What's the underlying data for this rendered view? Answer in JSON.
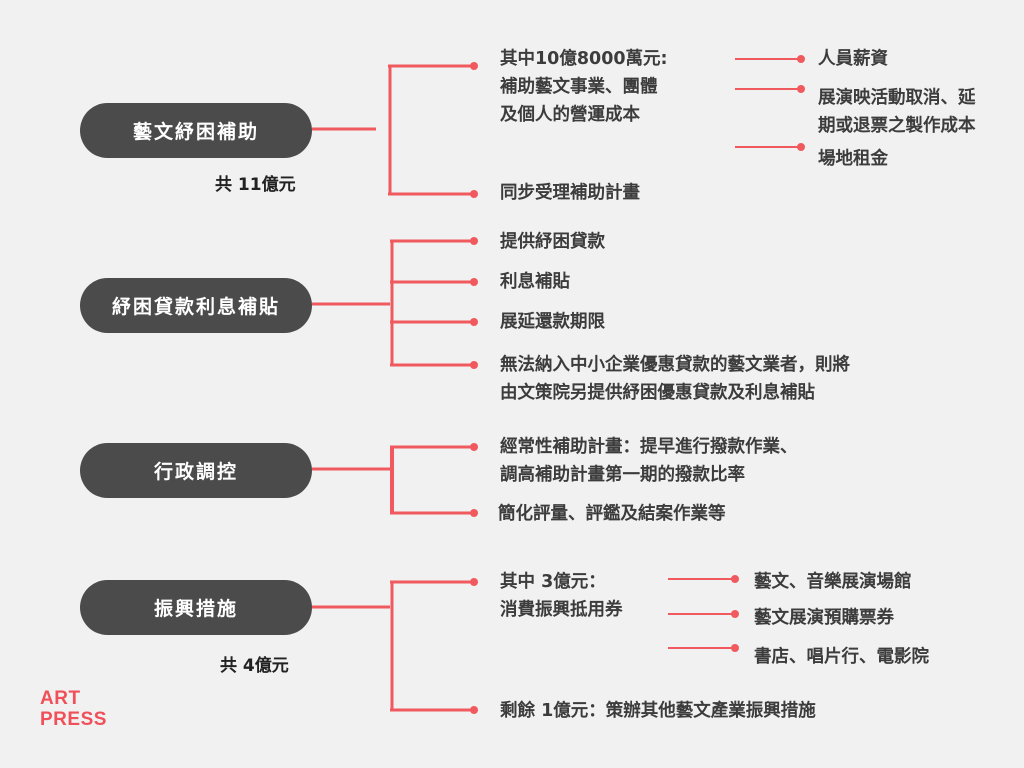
{
  "colors": {
    "accent": "#f05a5f",
    "pill": "#4b4b4b",
    "background": "#f1f1f1"
  },
  "logo": {
    "line1": "ART",
    "line2": "PRESS"
  },
  "sections": [
    {
      "title": "藝文紓困補助",
      "total": "共 11億元",
      "items": [
        {
          "lines": [
            "其中10億8000萬元:",
            "補助藝文事業、團體",
            "及個人的營運成本"
          ],
          "subitems": [
            {
              "lines": [
                "人員薪資"
              ]
            },
            {
              "lines": [
                "展演映活動取消、延",
                "期或退票之製作成本"
              ]
            },
            {
              "lines": [
                "場地租金"
              ]
            }
          ]
        },
        {
          "lines": [
            "同步受理補助計畫"
          ]
        }
      ]
    },
    {
      "title": "紓困貸款利息補貼",
      "items": [
        {
          "lines": [
            "提供紓困貸款"
          ]
        },
        {
          "lines": [
            "利息補貼"
          ]
        },
        {
          "lines": [
            "展延還款期限"
          ]
        },
        {
          "lines": [
            "無法納入中小企業優惠貸款的藝文業者，則將",
            "由文策院另提供紓困優惠貸款及利息補貼"
          ]
        }
      ]
    },
    {
      "title": "行政調控",
      "items": [
        {
          "lines": [
            "經常性補助計畫：提早進行撥款作業、",
            "調高補助計畫第一期的撥款比率"
          ]
        },
        {
          "lines": [
            "簡化評量、評鑑及結案作業等"
          ]
        }
      ]
    },
    {
      "title": "振興措施",
      "total": "共 4億元",
      "items": [
        {
          "lines": [
            "其中 3億元：",
            "消費振興抵用券"
          ],
          "subitems": [
            {
              "lines": [
                "藝文、音樂展演場館"
              ]
            },
            {
              "lines": [
                "藝文展演預購票券"
              ]
            },
            {
              "lines": [
                "書店、唱片行、電影院"
              ]
            }
          ]
        },
        {
          "lines": [
            "剩餘 1億元：策辦其他藝文產業振興措施"
          ]
        }
      ]
    }
  ]
}
